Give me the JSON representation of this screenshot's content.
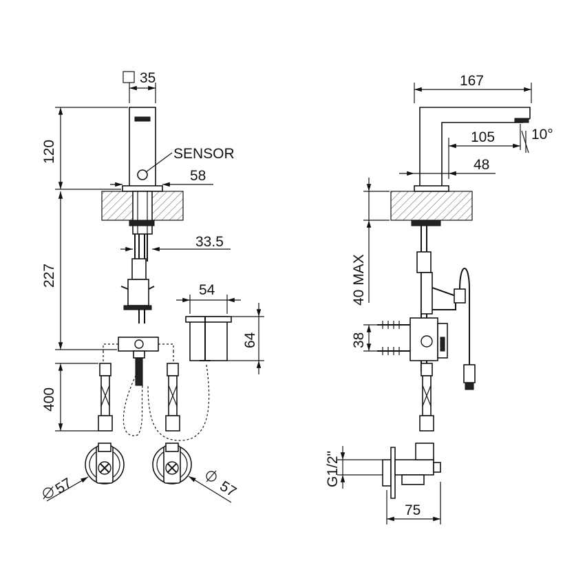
{
  "labels": {
    "square_size": "35",
    "height_spout": "120",
    "sensor": "SENSOR",
    "base_diameter": "58",
    "shank_diameter": "33.5",
    "shank_length": "227",
    "box_width": "54",
    "box_height": "64",
    "hose_length": "400",
    "valve_diameter_left": "57",
    "valve_diameter_right": "57",
    "total_projection": "167",
    "spout_projection": "105",
    "spout_angle": "10°",
    "spout_offset": "48",
    "max_thickness": "40 MAX",
    "bracket_height": "38",
    "thread": "G1/2\"",
    "valve_depth": "75"
  }
}
